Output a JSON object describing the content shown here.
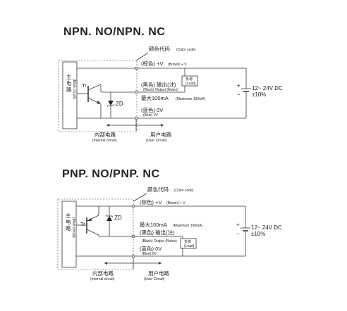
{
  "npn": {
    "title": "NPN. NO/NPN. NC",
    "color_code_cn": "颜色代码",
    "color_code_en": "(Color code)",
    "brown_cn": "(棕色) +V",
    "brown_en": "(Brown) + V",
    "black_cn": "(黑色) 输出(注)",
    "black_en": "(Black) Output (Notes)",
    "max_cn": "最大100mA",
    "max_en": "(Maximum 100mA)",
    "blue_cn": "(蓝色) 0V",
    "blue_en": "(Blue) 0V",
    "main_circuit_cn": "主电路",
    "main_circuit_en": "(Main circuit)",
    "tr": "Tr",
    "zd": "ZD",
    "load_cn": "负荷",
    "load_en": "(Load)",
    "supply_v": "12~ 24V DC",
    "supply_pct": "±10%",
    "plus": "+",
    "minus": "−",
    "internal_cn": "内部电路",
    "internal_en": "(Internal circuit)",
    "user_cn": "用户电路",
    "user_en": "(User Circuit)"
  },
  "pnp": {
    "title": "PNP. NO/PNP. NC",
    "color_code_cn": "颜色代码",
    "color_code_en": "(Color code)",
    "brown_cn": "(棕色) +V",
    "brown_en": "(Brown) + V",
    "max_cn": "最大100mA",
    "max_en": "(Maximum 100mA)",
    "black_cn": "(黑色) 输出(注)",
    "black_en": "(Black) Output (Notes)",
    "blue_cn": "(蓝色) 0V",
    "blue_en": "(Blue) 0V",
    "main_circuit_cn": "主电路",
    "main_circuit_en": "(Main circuit)",
    "tr": "Tr",
    "zd": "ZD",
    "load_cn": "负荷",
    "load_en": "(Load)",
    "supply_v": "12~ 24V DC",
    "supply_pct": "±10%",
    "plus": "+",
    "minus": "−",
    "internal_cn": "内部电路",
    "internal_en": "(Internal circuit)",
    "user_cn": "用户电路",
    "user_en": "(User Circuit)"
  }
}
